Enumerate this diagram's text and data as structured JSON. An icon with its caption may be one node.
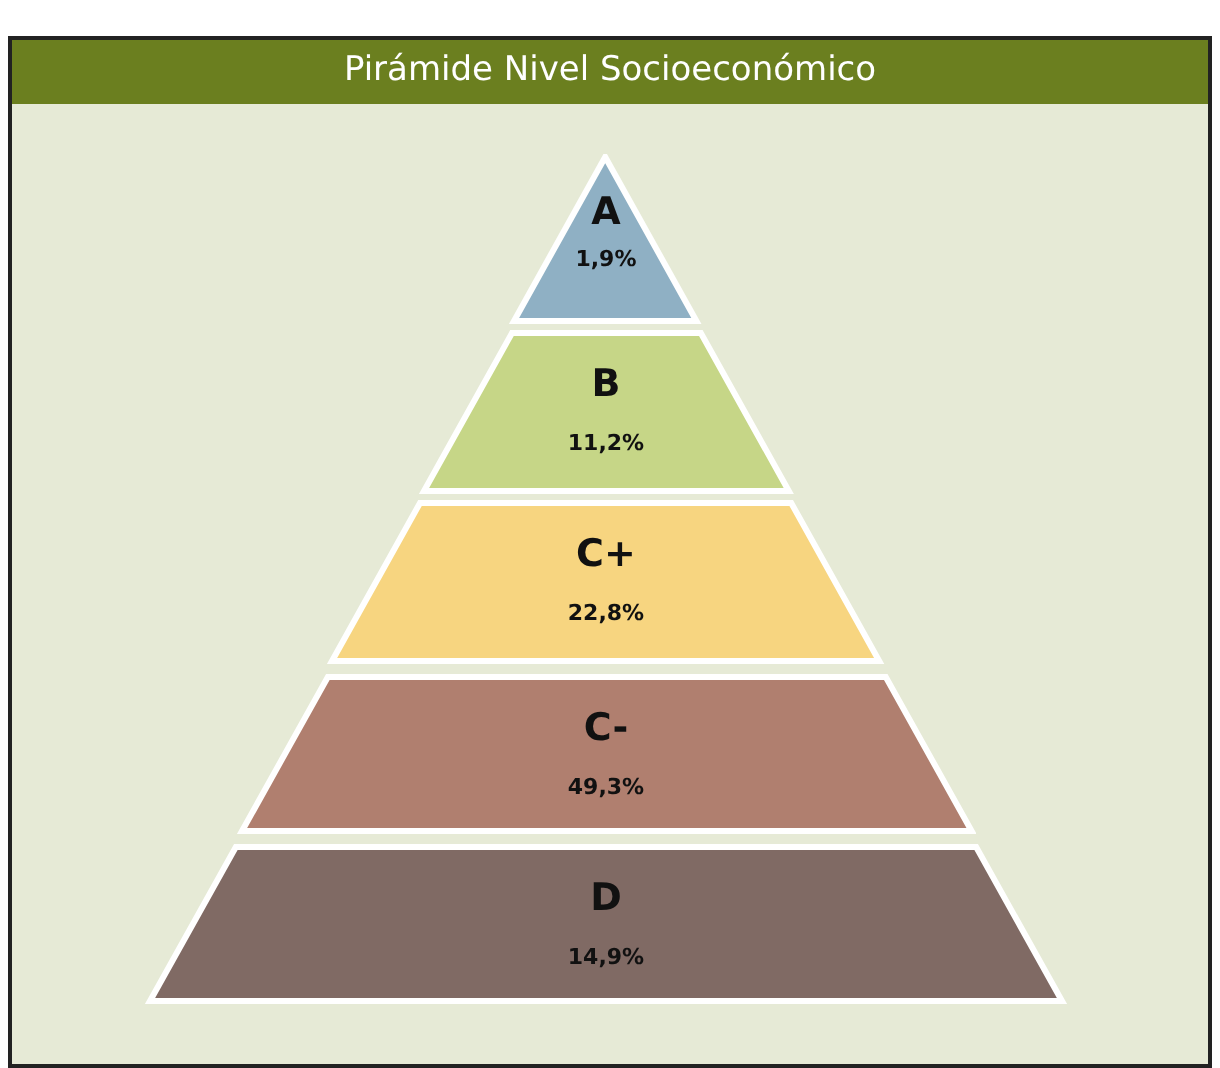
{
  "diagram": {
    "title": "Pirámide Nivel Socioeconómico",
    "nodes": [
      {
        "text": [
          "A",
          "1,9%"
        ]
      },
      {
        "text": [
          "B",
          "11,2%"
        ]
      },
      {
        "text": [
          "C+",
          "22,8%"
        ]
      },
      {
        "text": [
          "C-",
          "49,3%"
        ]
      },
      {
        "text": [
          "D",
          "14,9%"
        ]
      }
    ],
    "edges": []
  }
}
